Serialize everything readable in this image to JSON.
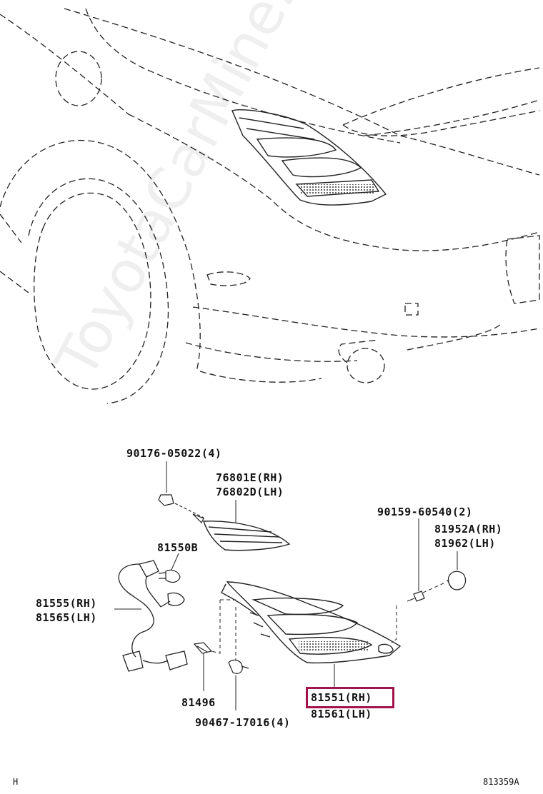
{
  "watermark": "ToyotaCarMine.ru",
  "labels": {
    "p90176": "90176-05022(4)",
    "p76801": "76801E(RH)",
    "p76802": "76802D(LH)",
    "p81550": "81550B",
    "p81555": "81555(RH)",
    "p81565": "81565(LH)",
    "p81496": "81496",
    "p90467": "90467-17016(4)",
    "p81551": "81551(RH)",
    "p81561": "81561(LH)",
    "p90159": "90159-60540(2)",
    "p81952": "81952A(RH)",
    "p81962": "81962(LH)"
  },
  "highlight_part": "81551(RH)",
  "highlight_color": "#a3124a",
  "footer": {
    "left": "H",
    "right": "813359A"
  }
}
